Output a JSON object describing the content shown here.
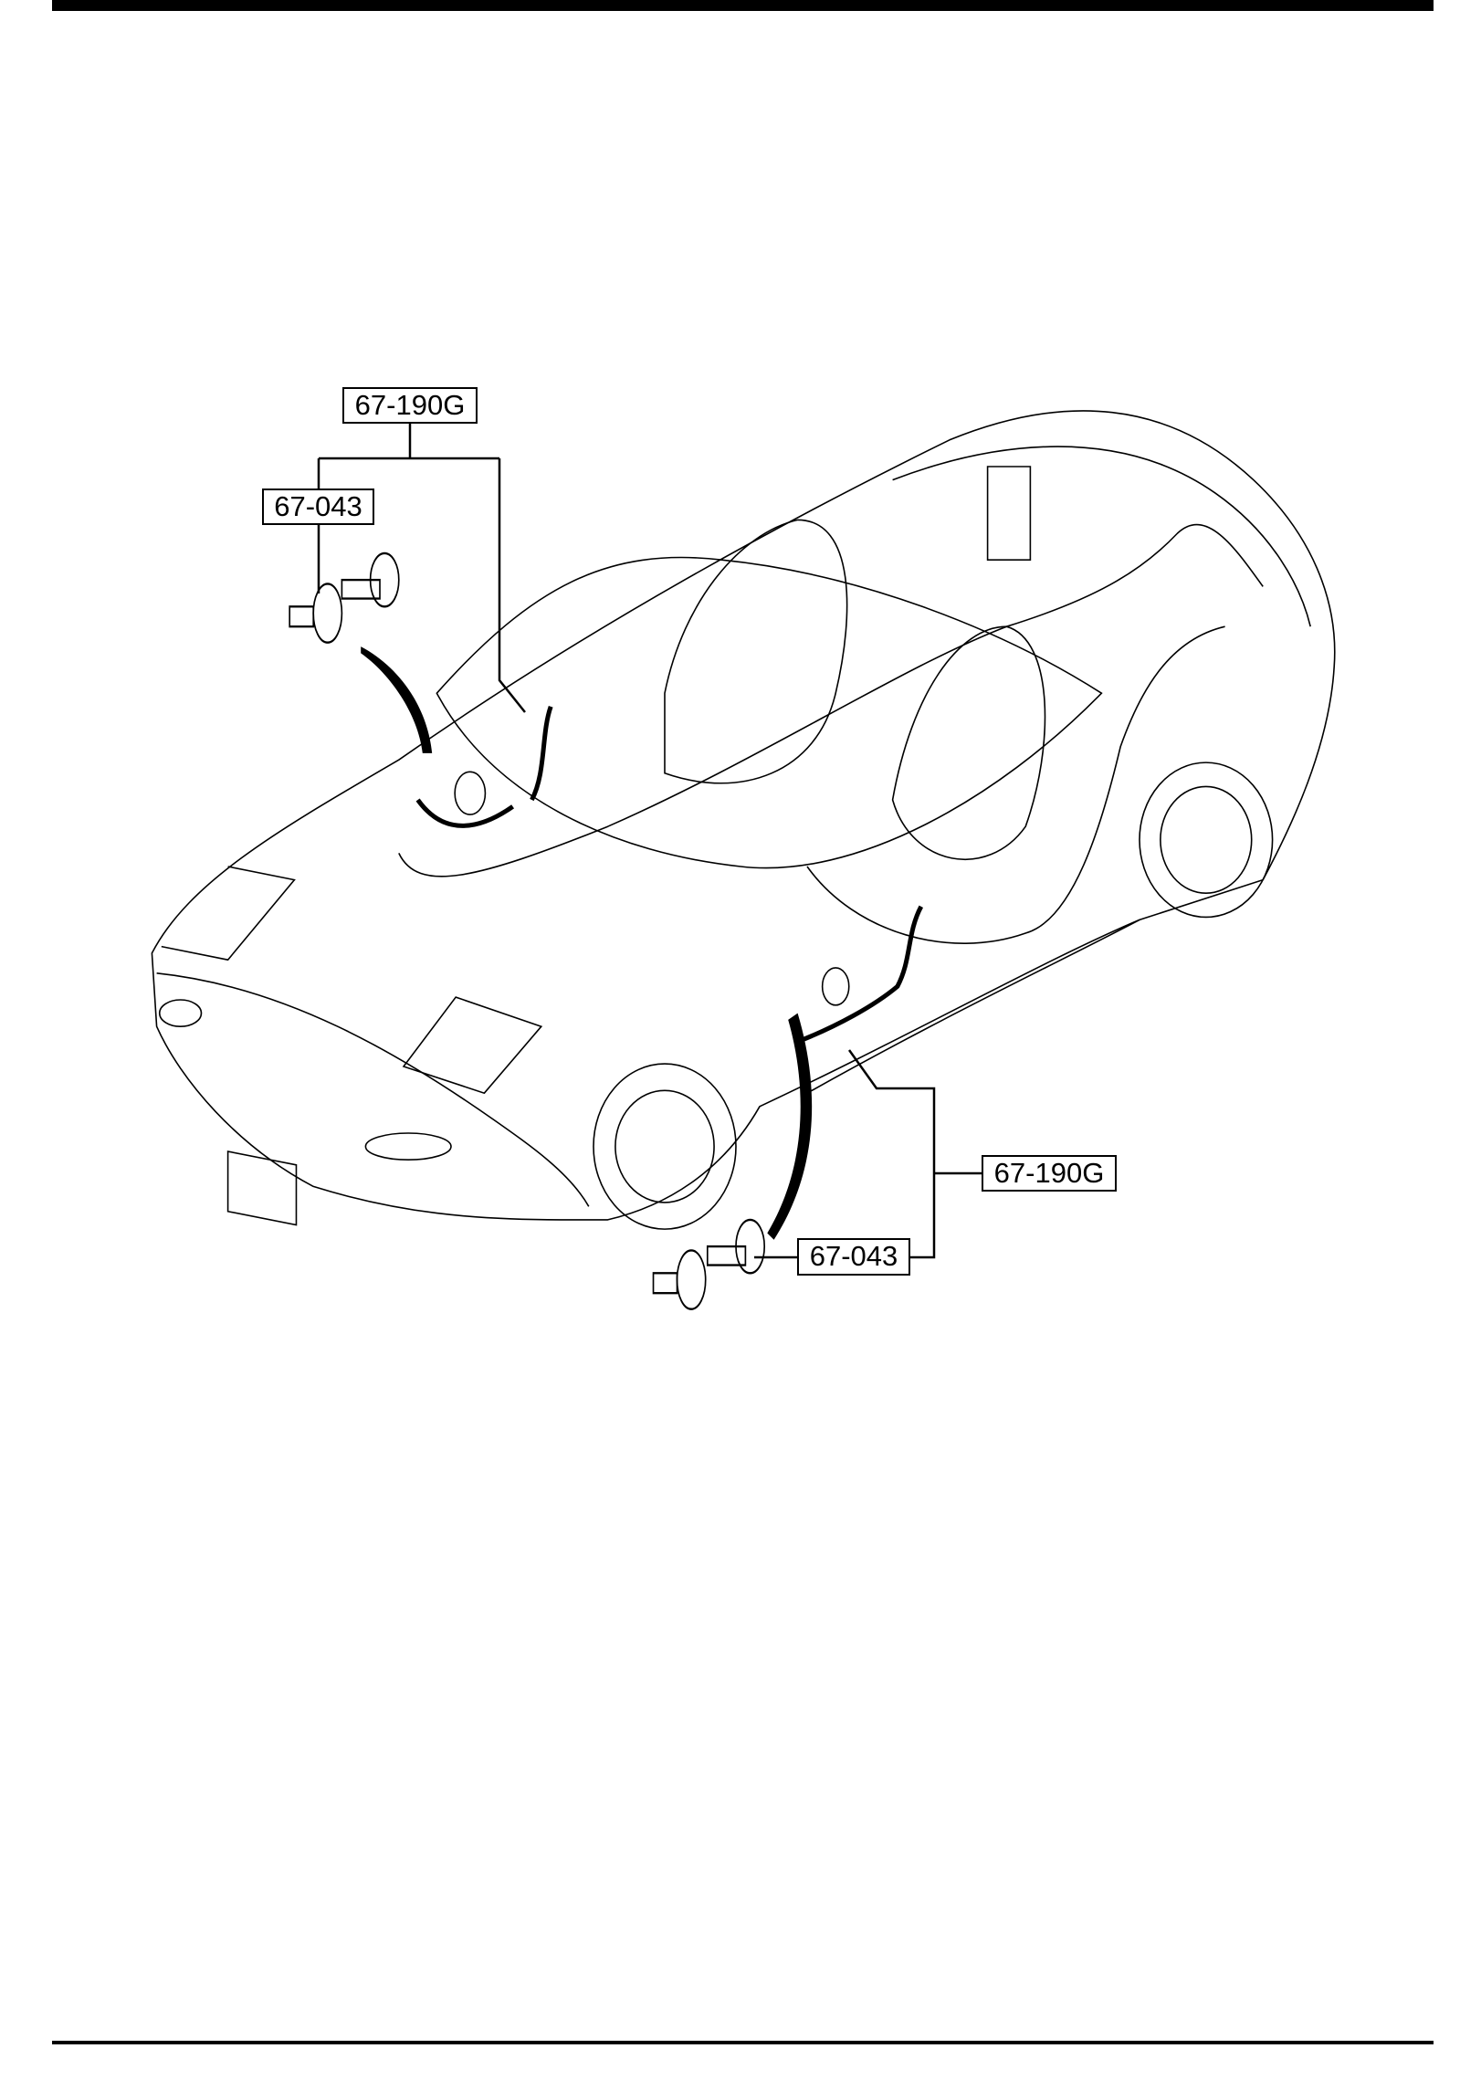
{
  "diagram": {
    "callouts": {
      "upper_harness": "67-190G",
      "upper_bulb": "67-043",
      "lower_harness": "67-190G",
      "lower_bulb": "67-043"
    }
  }
}
